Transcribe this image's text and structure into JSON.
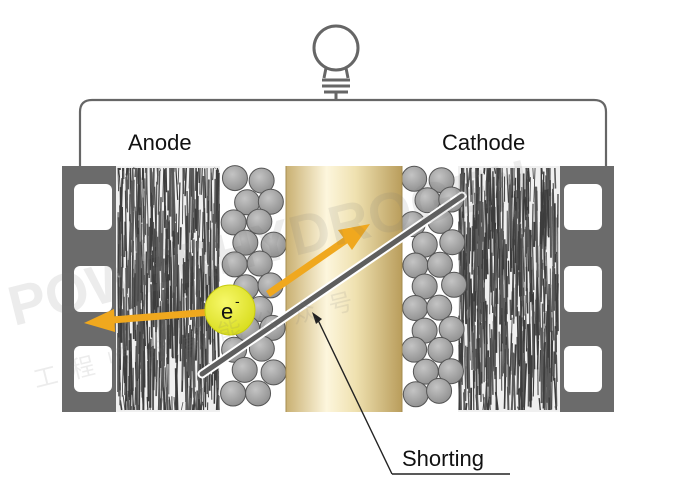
{
  "labels": {
    "anode": "Anode",
    "cathode": "Cathode",
    "shorting": "Shorting",
    "electron": "e",
    "electron_sup": "-"
  },
  "watermark": {
    "latin": "POWERHYDROGEN",
    "cjk": "工程师的氢能公众号"
  },
  "colors": {
    "plate": "#6b6b6b",
    "fiber_bg": "#f2f2f2",
    "fiber": "#4a4a4a",
    "particle": "#a9a9a9",
    "particle_edge": "#555555",
    "membrane_light": "#fbf3d8",
    "membrane_dark": "#c2a766",
    "arrow": "#f0a81e",
    "electron": "#e8ea2a",
    "short_path": "#6a6a6a",
    "circuit": "#666666"
  },
  "icons": {
    "bulb": "light-bulb-icon"
  }
}
